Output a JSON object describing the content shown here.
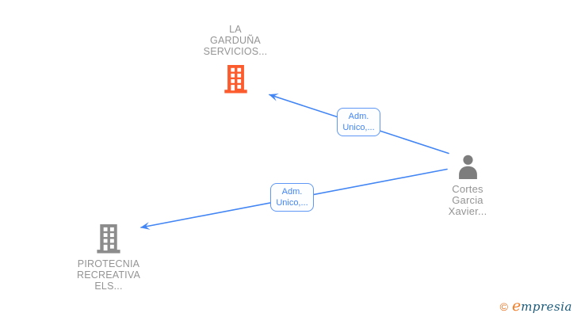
{
  "diagram": {
    "nodes": [
      {
        "id": "la-garduna",
        "type": "company",
        "label": "LA GARDUÑA SERVICIOS...",
        "lines": [
          "LA",
          "GARDUÑA",
          "SERVICIOS..."
        ],
        "icon": "building-icon",
        "icon_color": "#FB5B2D"
      },
      {
        "id": "cortes-garcia-xavier",
        "type": "person",
        "label": "Cortes Garcia Xavier...",
        "lines": [
          "Cortes",
          "Garcia",
          "Xavier..."
        ],
        "icon": "person-icon",
        "icon_color": "#7D7D7D"
      },
      {
        "id": "pirotecnia-recreativa-els",
        "type": "company",
        "label": "PIROTECNIA RECREATIVA ELS...",
        "lines": [
          "PIROTECNIA",
          "RECREATIVA",
          "ELS..."
        ],
        "icon": "building-icon",
        "icon_color": "#8C8C8C"
      }
    ],
    "edges": [
      {
        "from": "cortes-garcia-xavier",
        "to": "la-garduna",
        "label": "Adm. Unico,...",
        "label_lines": [
          "Adm.",
          "Unico,..."
        ]
      },
      {
        "from": "cortes-garcia-xavier",
        "to": "pirotecnia-recreativa-els",
        "label": "Adm. Unico,...",
        "label_lines": [
          "Adm.",
          "Unico,..."
        ]
      }
    ],
    "colors": {
      "edge": "#4285F4",
      "edge_label_text": "#4285F4",
      "edge_label_border": "#5E97F5",
      "node_text": "#949494",
      "company_highlight_icon": "#FB5B2D",
      "company_gray_icon": "#8C8C8C",
      "person_icon": "#7D7D7D"
    }
  },
  "footer": {
    "copyright_symbol": "©",
    "brand_first_letter": "e",
    "brand_rest": "mpresia",
    "brand_orange": "#F07C26",
    "brand_blue": "#1A5A7A"
  }
}
